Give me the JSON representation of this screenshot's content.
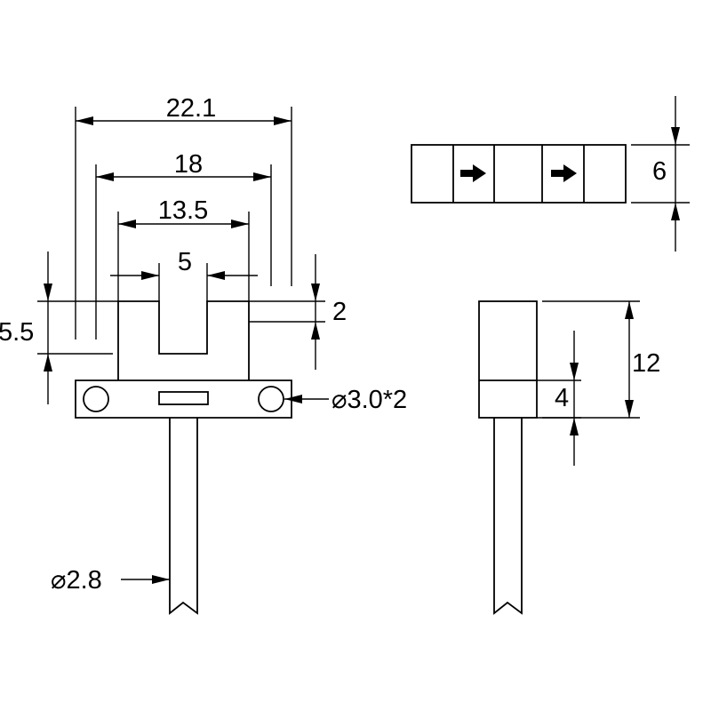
{
  "dimensions": {
    "width_overall": "22.1",
    "width_outer": "18",
    "width_inner": "13.5",
    "slot_width": "5",
    "depth_left": "5.5",
    "arm_height": "2",
    "hole_spec": "⌀3.0*2",
    "cable_diameter": "⌀2.8",
    "top_view_height": "6",
    "side_height": "12",
    "side_base": "4"
  },
  "icons": {
    "top_view_arrows": "arrow-right-icon"
  }
}
